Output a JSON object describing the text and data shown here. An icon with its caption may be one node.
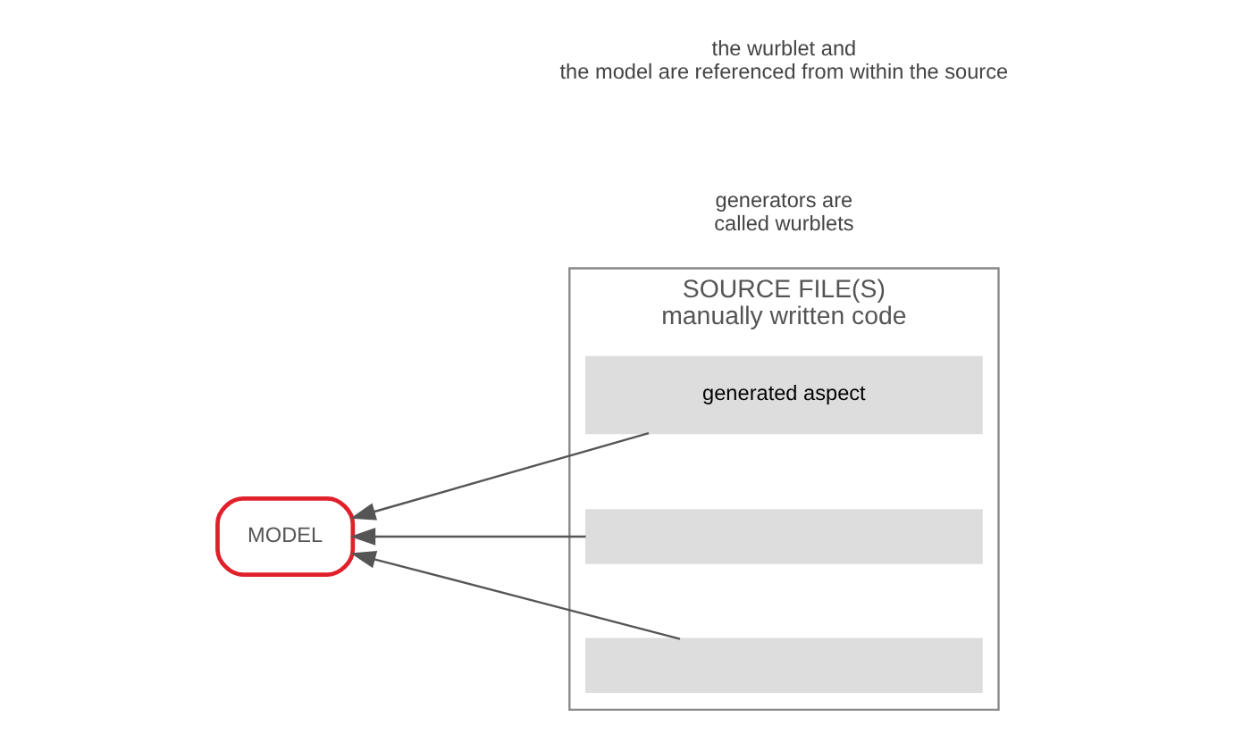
{
  "diagram": {
    "nodes": [
      {
        "text": [
          "SOURCE FILE(S)",
          "manually written code"
        ]
      },
      {
        "text": [
          "generated aspect"
        ],
        "in": 0
      },
      {
        "text": [],
        "shape": "bar",
        "in": 0
      },
      {
        "text": [],
        "shape": "bar",
        "in": 0
      },
      {
        "text": [
          "MODEL"
        ]
      }
    ],
    "edges": [
      {
        "from": 1,
        "to": 4,
        "arrow": "to"
      },
      {
        "from": 2,
        "to": 4,
        "arrow": "to"
      },
      {
        "from": 3,
        "to": 4,
        "arrow": "to"
      }
    ],
    "labels": [
      "generators are called wurblets",
      "the wurblet and the model are referenced from within the source"
    ]
  }
}
